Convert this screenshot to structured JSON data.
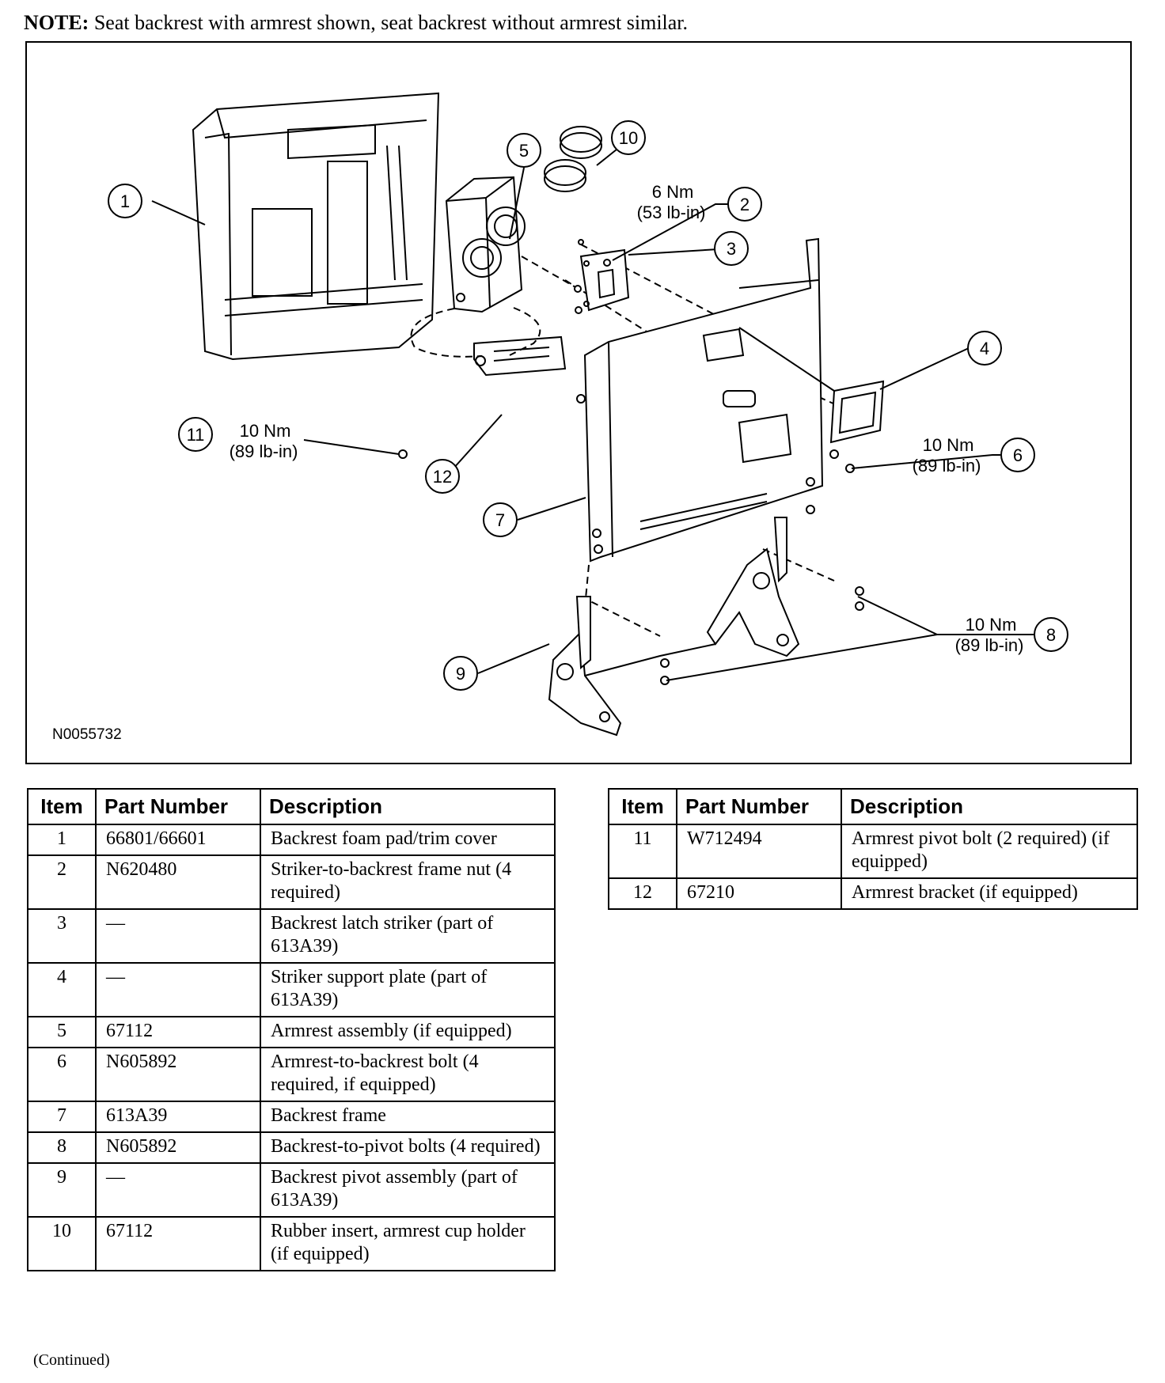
{
  "note": {
    "label": "NOTE:",
    "text": " Seat backrest with armrest shown, seat backrest without armrest similar."
  },
  "figure": {
    "id": "N0055732",
    "callouts": [
      "1",
      "2",
      "3",
      "4",
      "5",
      "6",
      "7",
      "8",
      "9",
      "10",
      "11",
      "12"
    ],
    "torque": {
      "t2": {
        "nm": "6 Nm",
        "lbin": "(53 lb-in)"
      },
      "t6": {
        "nm": "10 Nm",
        "lbin": "(89 lb-in)"
      },
      "t8": {
        "nm": "10 Nm",
        "lbin": "(89 lb-in)"
      },
      "t11": {
        "nm": "10 Nm",
        "lbin": "(89 lb-in)"
      }
    }
  },
  "table": {
    "headers": {
      "item": "Item",
      "part_number": "Part Number",
      "description": "Description"
    },
    "rows": [
      {
        "item": "1",
        "part": "66801/66601",
        "desc": "Backrest foam pad/trim cover"
      },
      {
        "item": "2",
        "part": "N620480",
        "desc": "Striker-to-backrest frame nut (4 required)"
      },
      {
        "item": "3",
        "part": "—",
        "desc": "Backrest latch striker (part of 613A39)"
      },
      {
        "item": "4",
        "part": "—",
        "desc": "Striker support plate (part of 613A39)"
      },
      {
        "item": "5",
        "part": "67112",
        "desc": "Armrest assembly (if equipped)"
      },
      {
        "item": "6",
        "part": "N605892",
        "desc": "Armrest-to-backrest bolt (4 required, if equipped)"
      },
      {
        "item": "7",
        "part": "613A39",
        "desc": "Backrest frame"
      },
      {
        "item": "8",
        "part": "N605892",
        "desc": "Backrest-to-pivot bolts (4 required)"
      },
      {
        "item": "9",
        "part": "—",
        "desc": "Backrest pivot assembly (part of 613A39)"
      },
      {
        "item": "10",
        "part": "67112",
        "desc": "Rubber insert, armrest cup holder (if equipped)"
      },
      {
        "item": "11",
        "part": "W712494",
        "desc": "Armrest pivot bolt (2 required) (if equipped)"
      },
      {
        "item": "12",
        "part": "67210",
        "desc": "Armrest bracket (if equipped)"
      }
    ]
  },
  "continued": "(Continued)"
}
